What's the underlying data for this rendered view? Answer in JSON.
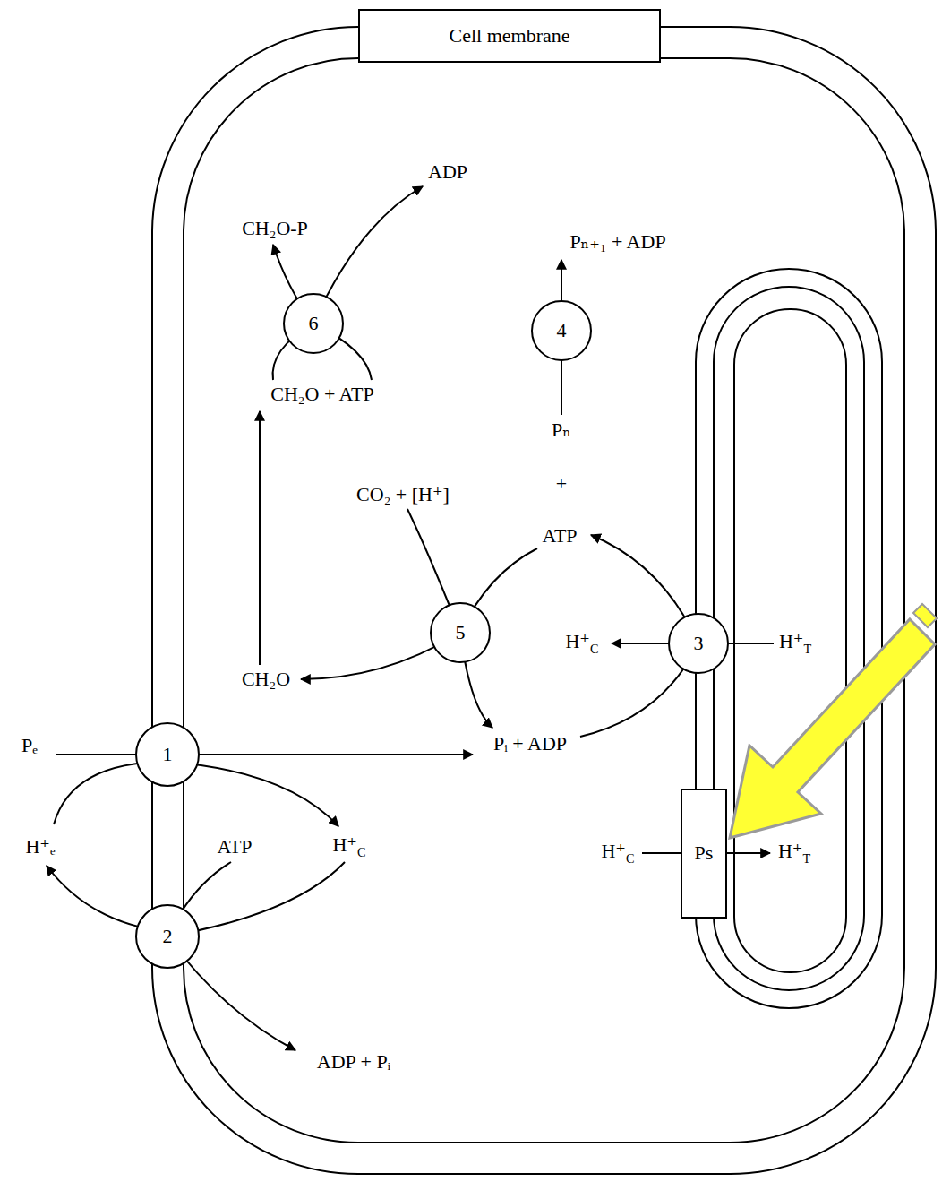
{
  "diagram": {
    "nodes": [
      {
        "text": [
          "Cell membrane"
        ]
      },
      {
        "text": [
          "6"
        ]
      },
      {
        "text": [
          "4"
        ]
      },
      {
        "text": [
          "5"
        ]
      },
      {
        "text": [
          "3"
        ]
      },
      {
        "text": [
          "1"
        ]
      },
      {
        "text": [
          "Ps"
        ]
      },
      {
        "text": [
          "2"
        ]
      }
    ],
    "labels": [
      "ADP",
      "CH₂O-P",
      "Pₙ₊₁ + ADP",
      "CH₂O + ATP",
      "Pₙ",
      "+",
      "CO₂ + [H⁺]",
      "ATP",
      "H⁺C",
      "H⁺T",
      "CH₂O",
      "Pᵢ + ADP",
      "Pₑ",
      "H⁺ₑ",
      "ATP",
      "H⁺C",
      "H⁺C",
      "H⁺T",
      "ADP + Pᵢ"
    ]
  }
}
